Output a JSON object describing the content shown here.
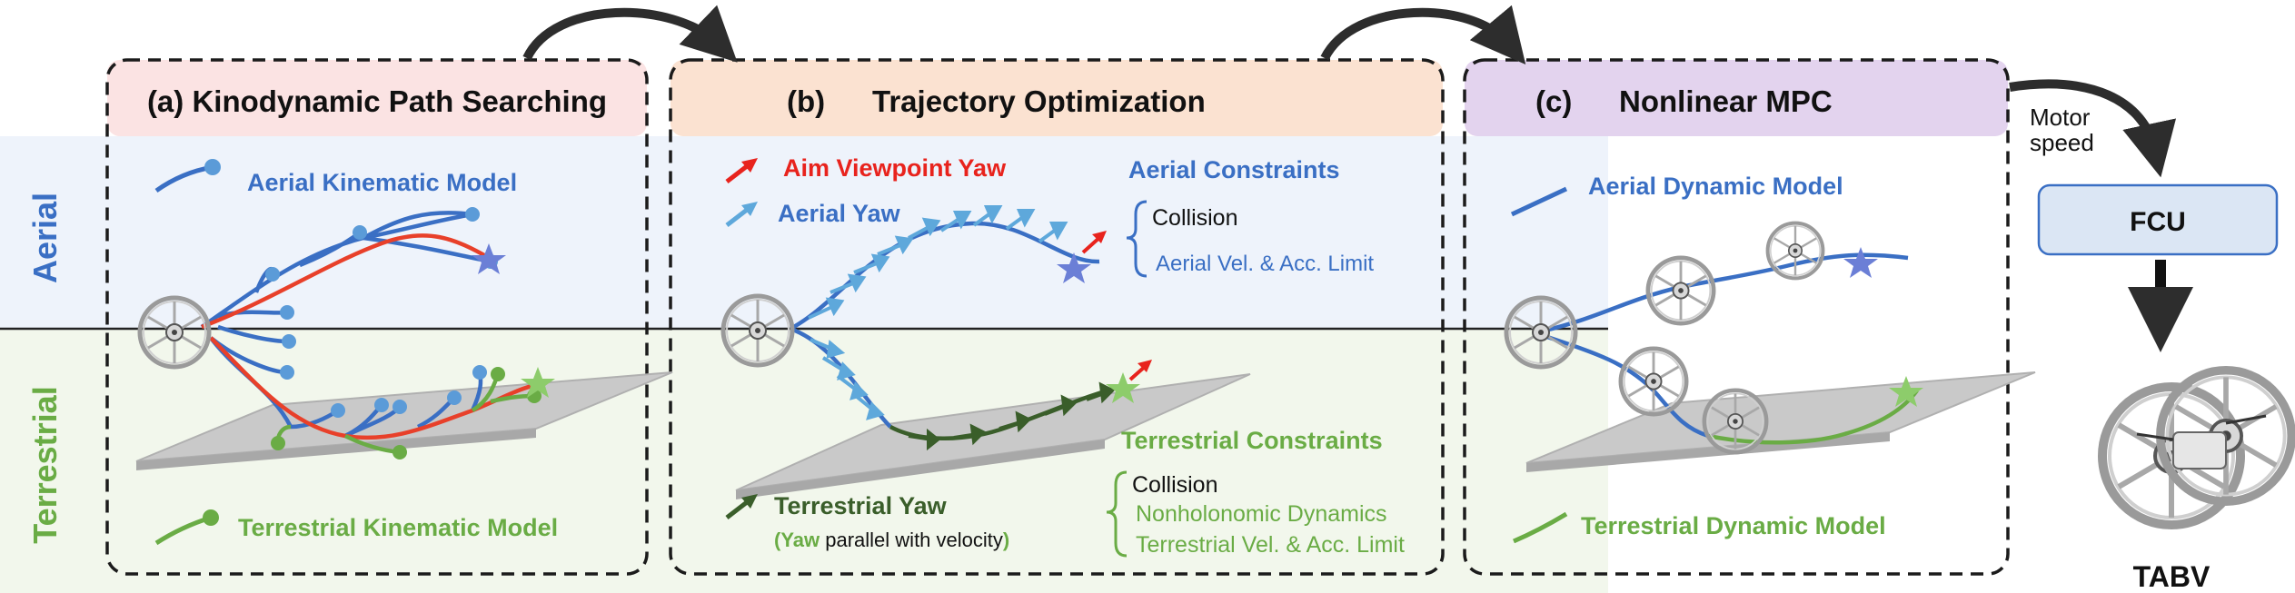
{
  "rows": {
    "aerial": "Aerial",
    "terrestrial": "Terrestrial"
  },
  "panels": {
    "a": {
      "title": "(a) Kinodynamic Path Searching",
      "aerial_model": "Aerial Kinematic  Model",
      "terrestrial_model": "Terrestrial Kinematic Model"
    },
    "b": {
      "label": "(b)",
      "title": "Trajectory Optimization",
      "aim_yaw": "Aim Viewpoint Yaw",
      "aerial_yaw": "Aerial Yaw",
      "aerial_constraints": {
        "title": "Aerial Constraints",
        "items": [
          "Collision",
          "Aerial Vel. & Acc. Limit"
        ]
      },
      "terrestrial_constraints": {
        "title": "Terrestrial Constraints",
        "items": [
          "Collision",
          "Nonholonomic Dynamics",
          "Terrestrial Vel. & Acc. Limit"
        ]
      },
      "terrestrial_yaw": "Terrestrial Yaw",
      "terrestrial_yaw_note": {
        "open": "(",
        "yaw": "Yaw",
        "rest": " parallel with velocity",
        "close": ")"
      }
    },
    "c": {
      "label": "(c)",
      "title": "Nonlinear MPC",
      "aerial_model": "Aerial Dynamic  Model",
      "terrestrial_model": "Terrestrial Dynamic  Model"
    }
  },
  "side": {
    "motor_line1": "Motor",
    "motor_line2": "speed",
    "fcu": "FCU",
    "vehicle": "TABV"
  },
  "colors": {
    "aerial_blue": "#3a6fc4",
    "terrestrial_green": "#6aac45",
    "red": "#e8231d",
    "light_blue_arrow": "#5ea8db",
    "dark_green_arrow": "#3a5e2a",
    "header_a": "#fbe3e3",
    "header_b": "#fbe2d1",
    "header_c": "#e3d3ee",
    "aerial_band": "#eef3fb",
    "terrestrial_band": "#f2f7ec",
    "fcu_fill": "#dbe6f4"
  },
  "icons": [
    "star-icon",
    "wheel-drone-icon",
    "arrow-icon",
    "ground-plane"
  ]
}
